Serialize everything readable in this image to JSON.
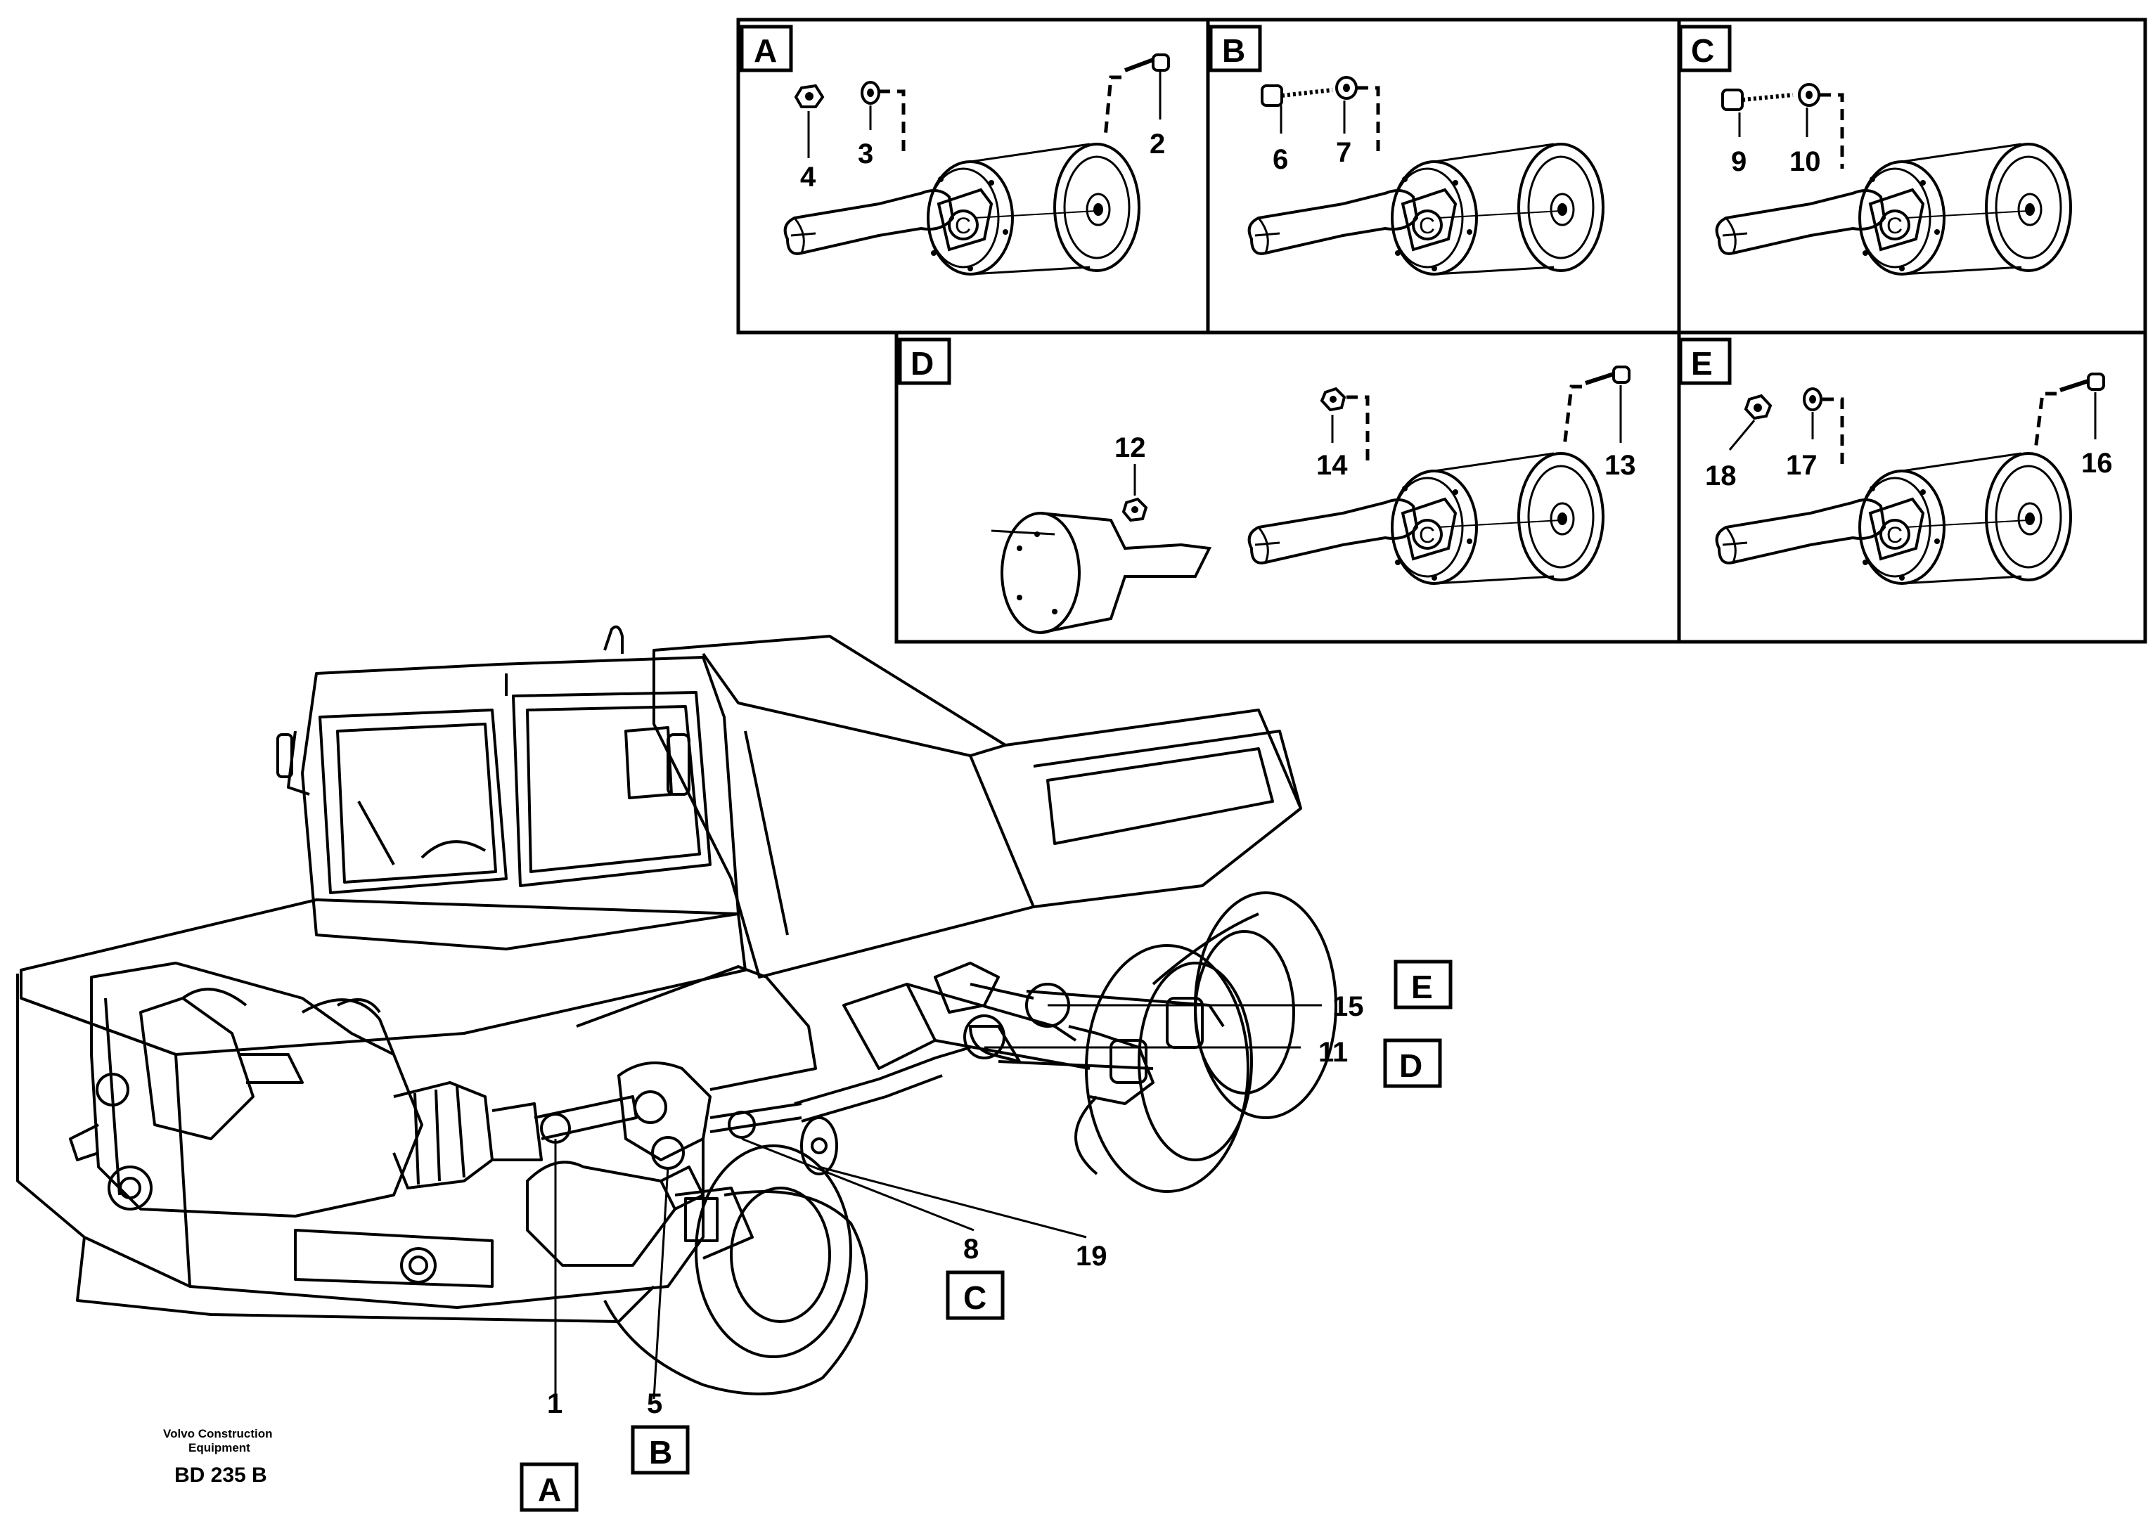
{
  "panels": [
    {
      "id": "A",
      "numbers": [
        "4",
        "3",
        "2"
      ]
    },
    {
      "id": "B",
      "numbers": [
        "6",
        "7"
      ]
    },
    {
      "id": "C",
      "numbers": [
        "9",
        "10"
      ]
    },
    {
      "id": "D",
      "numbers": [
        "12",
        "14",
        "13"
      ]
    },
    {
      "id": "E",
      "numbers": [
        "18",
        "17",
        "16"
      ]
    }
  ],
  "callouts": {
    "n1": "1",
    "n5": "5",
    "n8": "8",
    "n19": "19",
    "n11": "11",
    "n15": "15",
    "boxA": "A",
    "boxB": "B",
    "boxC": "C",
    "boxD": "D",
    "boxE": "E"
  },
  "footer": {
    "company_line1": "Volvo Construction",
    "company_line2": "Equipment",
    "code": "BD 235 B"
  },
  "colors": {
    "ink": "#000000",
    "paper": "#ffffff"
  }
}
